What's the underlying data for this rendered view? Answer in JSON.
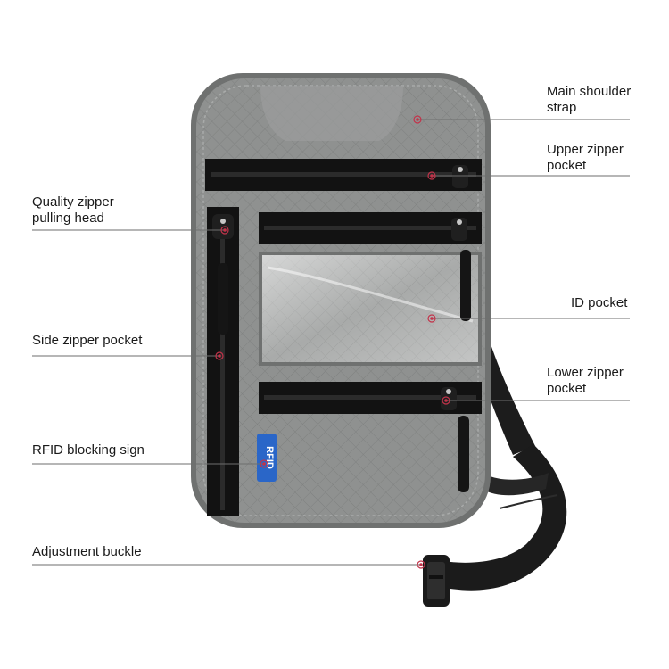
{
  "callouts": {
    "main_shoulder_strap": [
      "Main shoulder",
      "strap"
    ],
    "upper_zipper_pocket": [
      "Upper zipper",
      "pocket"
    ],
    "id_pocket": [
      "ID pocket"
    ],
    "lower_zipper_pocket": [
      "Lower zipper",
      "pocket"
    ],
    "quality_zipper_pulling_head": [
      "Quality zipper",
      "pulling head"
    ],
    "side_zipper_pocket": [
      "Side zipper pocket"
    ],
    "rfid_blocking_sign": [
      "RFID blocking sign"
    ],
    "adjustment_buckle": [
      "Adjustment buckle"
    ]
  },
  "badge": {
    "text": "RFID",
    "color": "#2a66c8"
  },
  "colors": {
    "fabric": "#8f9190",
    "fabric_dark": "#7b7d7c",
    "zipper": "#111111",
    "strap": "#1b1b1b",
    "leader_line": "#6e6e6e",
    "marker": "#c2334a"
  }
}
